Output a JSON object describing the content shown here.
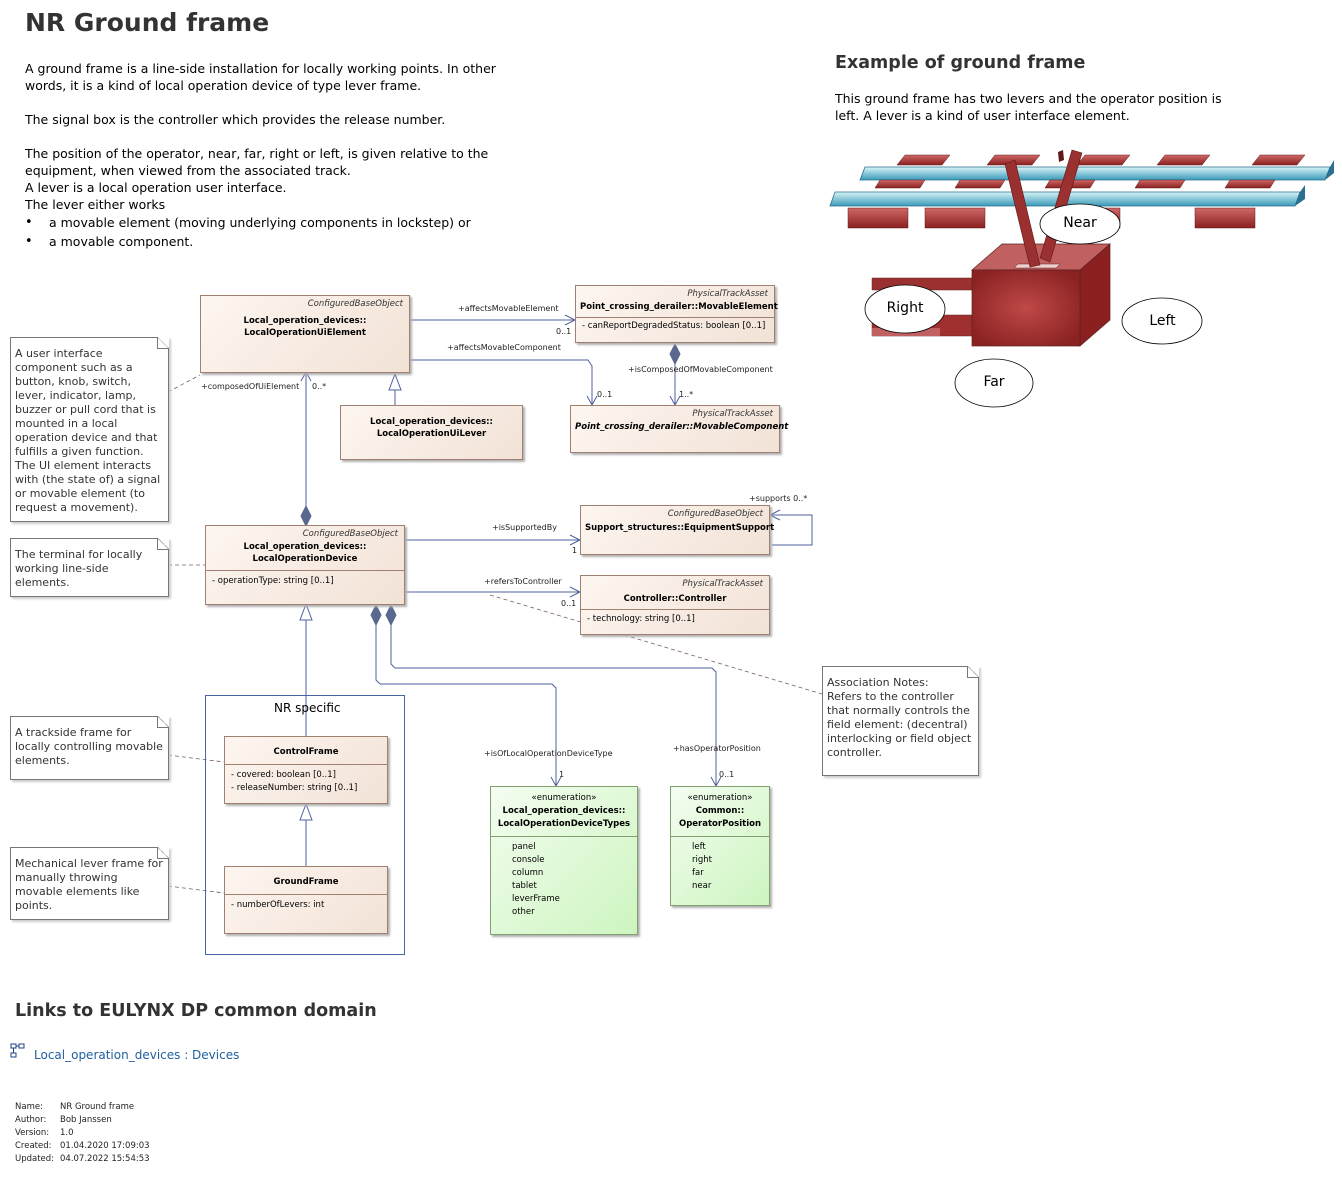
{
  "page": {
    "title": "NR Ground frame",
    "intro": {
      "p1": "A ground frame is a line-side installation for locally working points. In other words, it is a kind of local operation device of type lever frame.",
      "p2": "The signal box is the controller which provides the release number.",
      "p3": "The position of the operator, near, far, right or left, is given relative to the equipment, when viewed from the associated track.",
      "p4": "A lever is a local operation user interface.",
      "p5": "The lever either works",
      "bullets": [
        "a movable element (moving underlying components in lockstep) or",
        "a movable component."
      ]
    },
    "example": {
      "heading": "Example of ground frame",
      "text": "This ground frame has two levers and the operator position is left. A lever is a kind of user interface element.",
      "labels": {
        "near": "Near",
        "right": "Right",
        "left": "Left",
        "far": "Far"
      }
    }
  },
  "diagram": {
    "classes": {
      "ui_element": {
        "stereo": "ConfiguredBaseObject",
        "name1": "Local_operation_devices::",
        "name2": "LocalOperationUiElement"
      },
      "ui_lever": {
        "name1": "Local_operation_devices::",
        "name2": "LocalOperationUiLever"
      },
      "movable_element": {
        "stereo": "PhysicalTrackAsset",
        "name": "Point_crossing_derailer::MovableElement",
        "attr1": "-    canReportDegradedStatus: boolean [0..1]"
      },
      "movable_component": {
        "stereo": "PhysicalTrackAsset",
        "name": "Point_crossing_derailer::MovableComponent"
      },
      "device": {
        "stereo": "ConfiguredBaseObject",
        "name1": "Local_operation_devices::",
        "name2": "LocalOperationDevice",
        "attr1": "-    operationType: string [0..1]"
      },
      "support": {
        "stereo": "ConfiguredBaseObject",
        "name": "Support_structures::EquipmentSupport"
      },
      "controller": {
        "stereo": "PhysicalTrackAsset",
        "name": "Controller::Controller",
        "attr1": "-    technology: string [0..1]"
      },
      "control_frame": {
        "name": "ControlFrame",
        "attr1": "-    covered: boolean [0..1]",
        "attr2": "-    releaseNumber: string [0..1]"
      },
      "ground_frame": {
        "name": "GroundFrame",
        "attr1": "-    numberOfLevers: int"
      }
    },
    "enums": {
      "device_types": {
        "stereo": "«enumeration»",
        "name1": "Local_operation_devices::",
        "name2": "LocalOperationDeviceTypes",
        "literals": [
          "panel",
          "console",
          "column",
          "tablet",
          "leverFrame",
          "other"
        ]
      },
      "operator_position": {
        "stereo": "«enumeration»",
        "name1": "Common::",
        "name2": "OperatorPosition",
        "literals": [
          "left",
          "right",
          "far",
          "near"
        ]
      }
    },
    "package": {
      "title": "NR specific"
    },
    "notes": {
      "ui_element": "A user interface component such as a button, knob, switch, lever, indicator, lamp, buzzer or pull cord that is mounted in a local operation device and that fulfills a given function.\nThe UI element interacts with (the state of) a signal or movable element (to request a movement).",
      "terminal": "The terminal for locally working line-side elements.",
      "trackside": "A trackside frame for locally controlling movable elements.",
      "mechanical": "Mechanical lever frame for manually throwing movable elements like points.",
      "association": "Association Notes:\nRefers to the controller that normally controls the field element: (decentral) interlocking or field object controller."
    },
    "labels": {
      "affects_elem": "+affectsMovableElement",
      "affects_elem_mult": "0..1",
      "affects_comp": "+affectsMovableComponent",
      "affects_comp_mult": "0..1",
      "composed_movable": "+isComposedOfMovableComponent",
      "composed_movable_mult": "1..*",
      "composed_ui": "+composedOfUiElement",
      "composed_ui_mult": "0..*",
      "supported_by": "+isSupportedBy",
      "supported_by_mult": "1",
      "supports": "+supports 0..*",
      "refers_ctrl": "+refersToController",
      "refers_ctrl_mult": "0..1",
      "is_type": "+isOfLocalOperationDeviceType",
      "is_type_mult": "1",
      "has_pos": "+hasOperatorPosition",
      "has_pos_mult": "0..1"
    }
  },
  "links": {
    "heading": "Links to EULYNX DP common domain",
    "item": "Local_operation_devices : Devices"
  },
  "meta": {
    "name_label": "Name:",
    "name": "NR Ground frame",
    "author_label": "Author:",
    "author": "Bob Janssen",
    "version_label": "Version:",
    "version": "1.0",
    "created_label": "Created:",
    "created": "01.04.2020 17:09:03",
    "updated_label": "Updated:",
    "updated": "04.07.2022 15:54:53"
  }
}
